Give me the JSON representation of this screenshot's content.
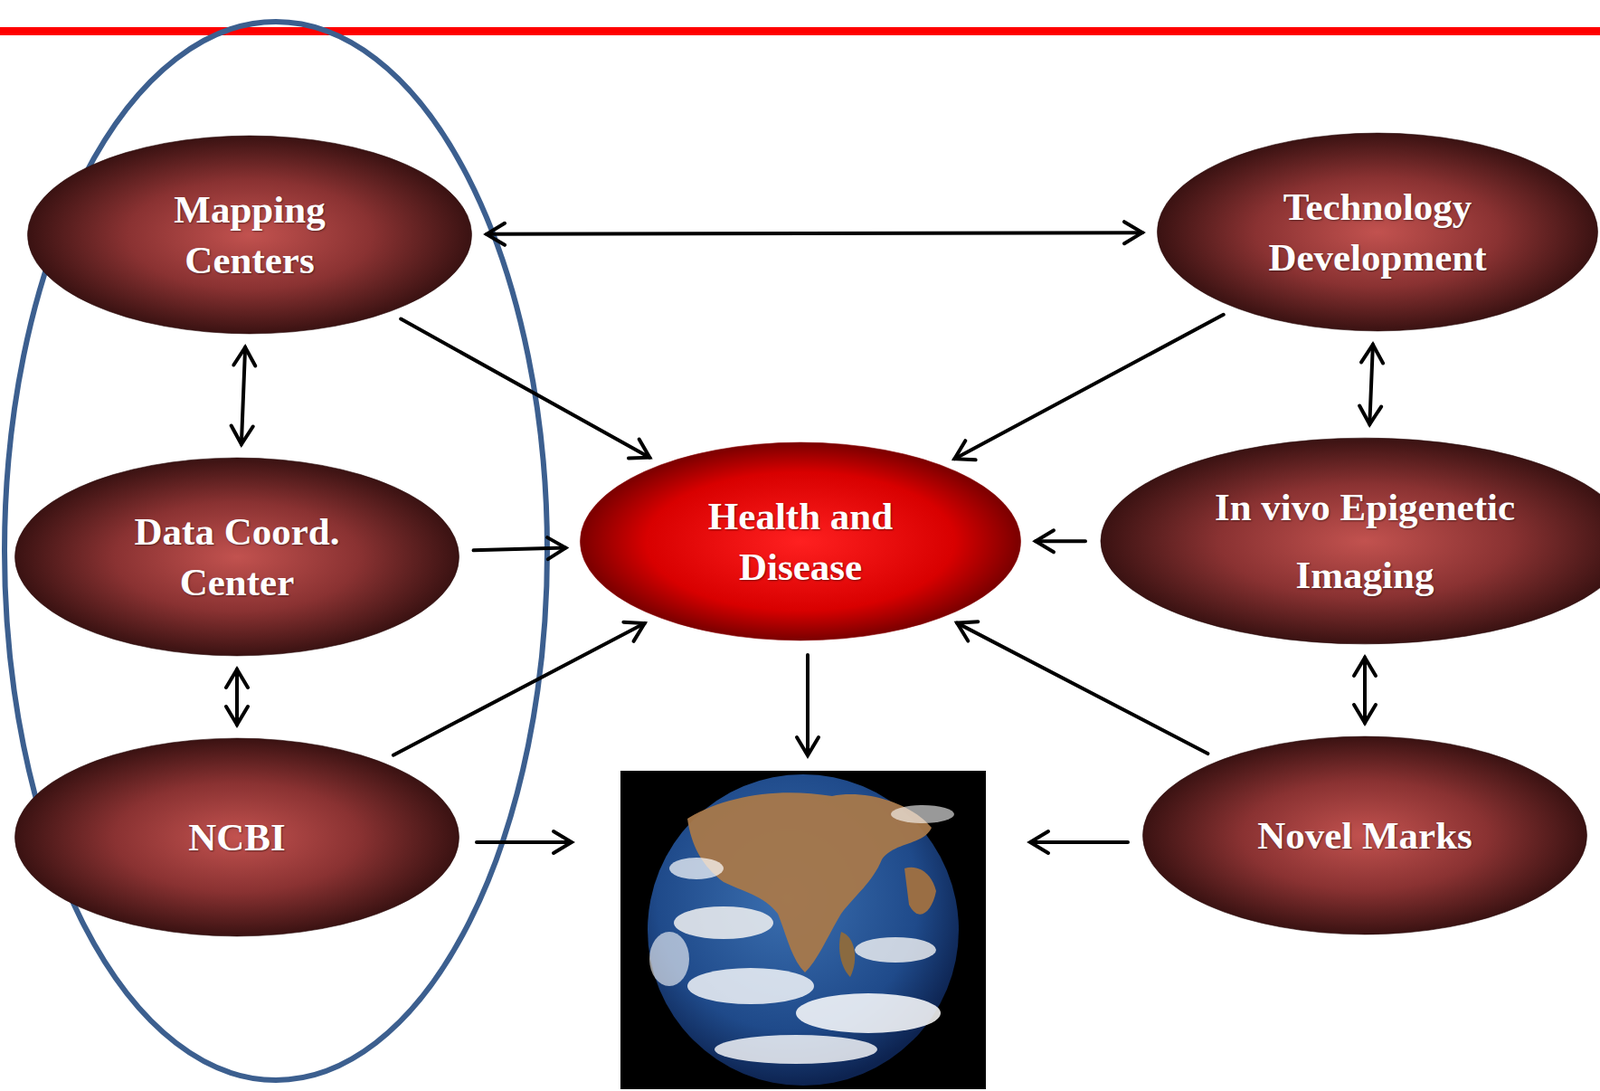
{
  "diagram": {
    "nodes": [
      {
        "text": [
          "Mapping Centers"
        ]
      },
      {
        "text": [
          "Technology Development"
        ]
      },
      {
        "text": [
          "Data Coord. Center"
        ]
      },
      {
        "text": [
          "Health and Disease"
        ]
      },
      {
        "text": [
          "In vivo Epigenetic Imaging"
        ]
      },
      {
        "text": [
          "NCBI"
        ]
      },
      {
        "text": [
          "Novel Marks"
        ]
      }
    ],
    "edges": [
      {
        "from": 0,
        "to": 1,
        "arrow": "both"
      },
      {
        "from": 0,
        "to": 3,
        "arrow": "to"
      },
      {
        "from": 1,
        "to": 3,
        "arrow": "to"
      },
      {
        "from": 0,
        "to": 2,
        "arrow": "both"
      },
      {
        "from": 2,
        "to": 3,
        "arrow": "to"
      },
      {
        "from": 1,
        "to": 4,
        "arrow": "both"
      },
      {
        "from": 4,
        "to": 3,
        "arrow": "to"
      },
      {
        "from": 2,
        "to": 5,
        "arrow": "both"
      },
      {
        "from": 5,
        "to": 3,
        "arrow": "to"
      },
      {
        "from": 6,
        "to": 3,
        "arrow": "to"
      },
      {
        "from": 4,
        "to": 6,
        "arrow": "both"
      }
    ]
  }
}
